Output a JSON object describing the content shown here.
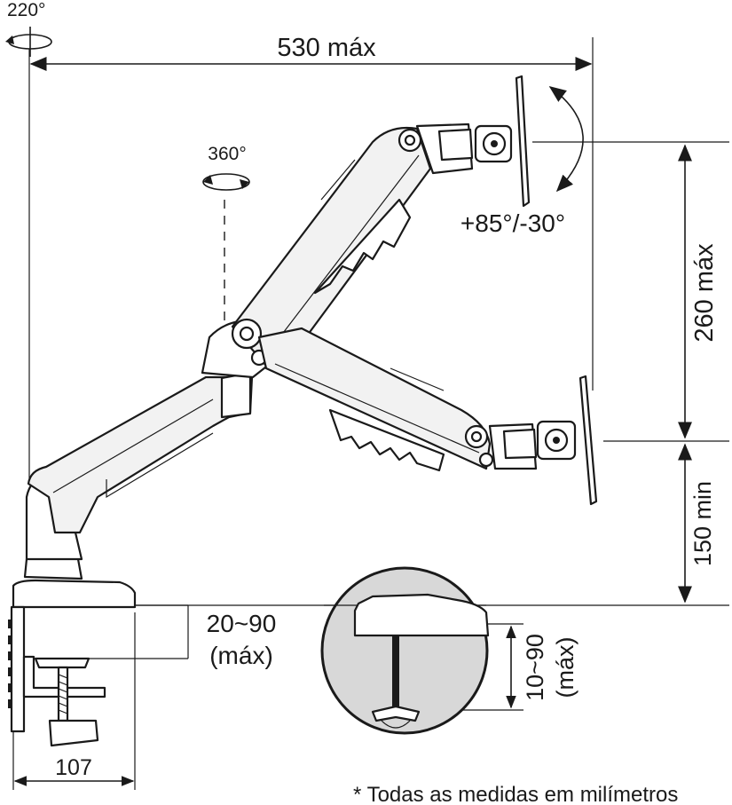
{
  "dimensions": {
    "rotation_base": "220°",
    "max_reach": "530 máx",
    "rotation_pole": "360°",
    "tilt": "+85°/-30°",
    "max_height": "260 máx",
    "min_height": "150 min",
    "desk_thickness_line1": "20~90",
    "desk_thickness_line2": "(máx)",
    "clamp_depth": "107",
    "grommet_thickness_line1": "10~90",
    "grommet_thickness_line2": "(máx)"
  },
  "footnote": "* Todas as medidas em milímetros"
}
